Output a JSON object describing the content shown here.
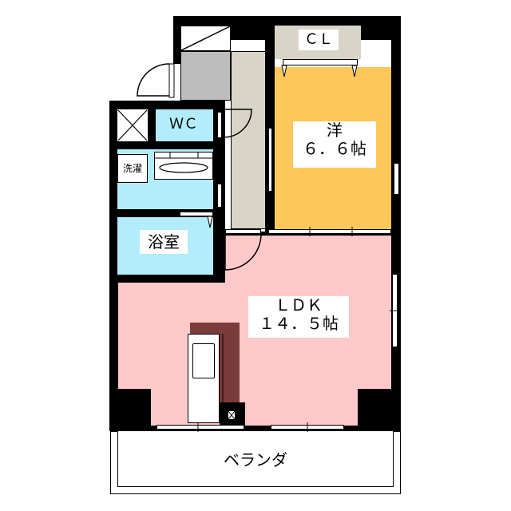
{
  "floor_plan": {
    "title": "Apartment floor plan 1LDK",
    "colors": {
      "wall": "#000000",
      "western_room": "#FDC75C",
      "ldk": "#FFC9C9",
      "wet_area": "#B3ECFA",
      "hallway": "#D8D5C8",
      "entrance": "#BDBDBD",
      "kitchen_counter": "#7A3B3B",
      "closet": "#D8D5C8",
      "veranda": "#FFFFFF"
    },
    "rooms": {
      "closet": {
        "label": "ＣＬ"
      },
      "western": {
        "label_line1": "洋",
        "label_line2": "６．６帖",
        "type": "Western-style room",
        "size_jo": 6.6
      },
      "wc": {
        "label": "ＷＣ"
      },
      "laundry": {
        "label": "洗濯"
      },
      "bath": {
        "label": "浴室"
      },
      "ldk": {
        "label_line1": "ＬＤＫ",
        "label_line2": "１４．５帖",
        "size_jo": 14.5
      },
      "veranda": {
        "label": "ベランダ"
      }
    }
  }
}
